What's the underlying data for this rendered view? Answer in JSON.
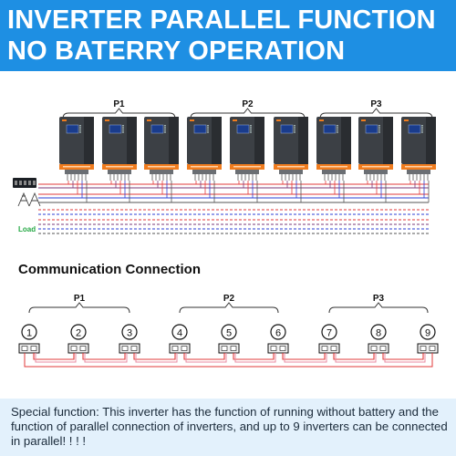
{
  "header": {
    "line1": "INVERTER PARALLEL FUNCTION",
    "line2": "NO BATERRY OPERATION"
  },
  "colors": {
    "header_bg": "#1e8fe3",
    "inverter_body": "#3c4045",
    "inverter_base": "#f07c1e",
    "wire_red": "#e23a3a",
    "wire_blue": "#2b3fd6",
    "load_label": "#23a843"
  },
  "groups": [
    {
      "label": "P1",
      "units": [
        1,
        2,
        3
      ]
    },
    {
      "label": "P2",
      "units": [
        4,
        5,
        6
      ]
    },
    {
      "label": "P3",
      "units": [
        7,
        8,
        9
      ]
    }
  ],
  "side_labels": {
    "pv": "",
    "grid": "",
    "load": "Load"
  },
  "communication": {
    "title": "Communication Connection",
    "ports": [
      "①",
      "②",
      "③",
      "④",
      "⑤",
      "⑥",
      "⑦",
      "⑧",
      "⑨"
    ]
  },
  "footer": {
    "text": "Special function: This inverter has the function of running without battery and the function of parallel connection of inverters, and up to 9 inverters can be connected in parallel! ! ! !"
  }
}
